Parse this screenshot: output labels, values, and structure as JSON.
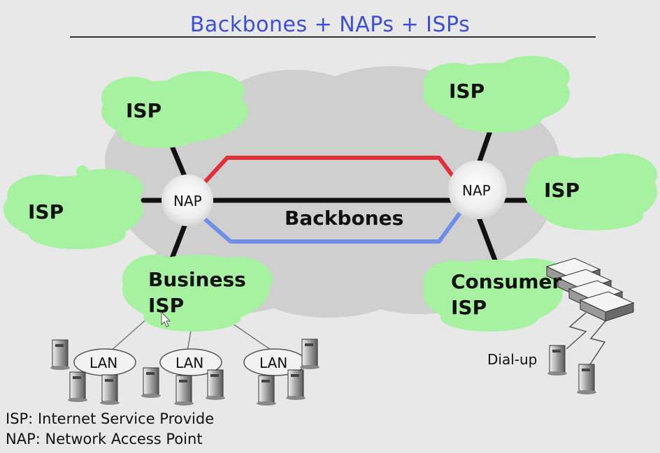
{
  "title": "Backbones + NAPs + ISPs",
  "nodes": {
    "isp_top_left": "ISP",
    "isp_left": "ISP",
    "business_isp_line1": "Business",
    "business_isp_line2": "ISP",
    "isp_top_right": "ISP",
    "isp_right": "ISP",
    "consumer_isp_line1": "Consumer",
    "consumer_isp_line2": "ISP",
    "nap_left": "NAP",
    "nap_right": "NAP",
    "backbones": "Backbones",
    "lan1": "LAN",
    "lan2": "LAN",
    "lan3": "LAN",
    "dialup": "Dial-up"
  },
  "legend": {
    "isp": "ISP: Internet Service Provide",
    "nap": "NAP: Network Access Point"
  },
  "colors": {
    "title": "#3b4fd8",
    "cloud_green": "#a6f2a0",
    "backbone_cloud": "#cfcfcf",
    "red_link": "#e0303a",
    "blue_link": "#6f8ee8",
    "black_link": "#111111"
  }
}
